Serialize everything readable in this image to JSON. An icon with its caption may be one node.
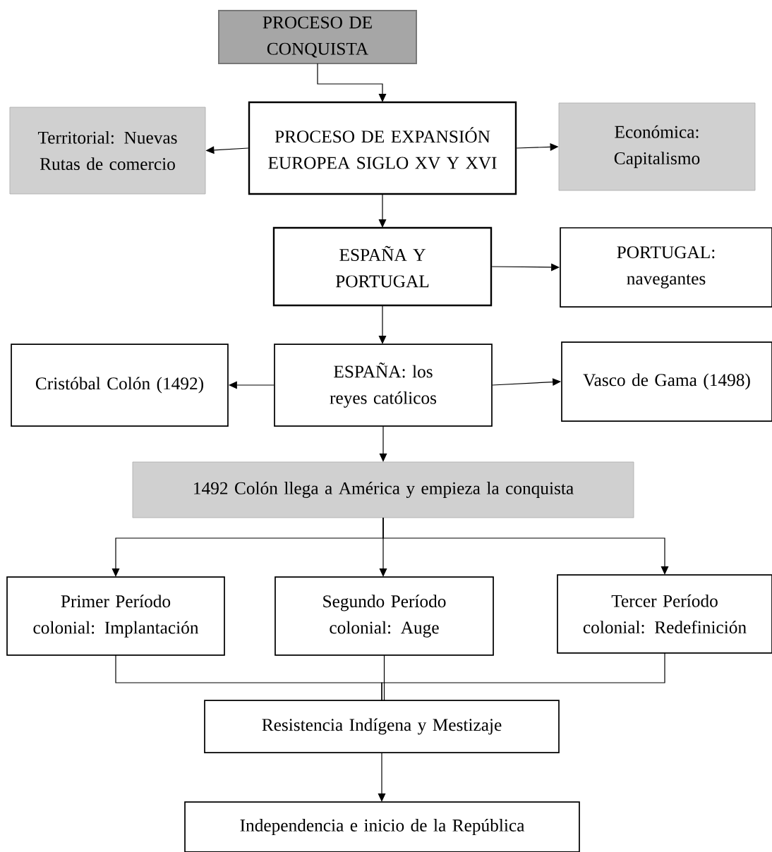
{
  "diagram": {
    "nodes": [
      {
        "text": [
          "PROCESO DE CONQUISTA"
        ]
      },
      {
        "text": [
          "PROCESO DE EXPANSIÓN EUROPEA SIGLO XV Y XVI"
        ]
      },
      {
        "text": [
          "Territorial: Nuevas Rutas de comercio"
        ]
      },
      {
        "text": [
          "Económica: Capitalismo"
        ]
      },
      {
        "text": [
          "ESPAÑA Y PORTUGAL"
        ]
      },
      {
        "text": [
          "PORTUGAL: navegantes"
        ]
      },
      {
        "text": [
          "ESPAÑA: los reyes católicos"
        ]
      },
      {
        "text": [
          "Cristóbal Colón (1492)"
        ]
      },
      {
        "text": [
          "Vasco de Gama (1498)"
        ]
      },
      {
        "text": [
          "1492 Colón llega a América y empieza la conquista"
        ]
      },
      {
        "text": [
          "Primer Período colonial: Implantación"
        ]
      },
      {
        "text": [
          "Segundo Período colonial: Auge"
        ]
      },
      {
        "text": [
          "Tercer Período colonial: Redefinición"
        ]
      },
      {
        "text": [
          "Resistencia Indígena y Mestizaje"
        ]
      },
      {
        "text": [
          "Independencia e inicio de la República"
        ]
      }
    ],
    "edges": [
      {
        "from": 0,
        "to": 1,
        "arrow": "to"
      },
      {
        "from": 1,
        "to": 2,
        "arrow": "to"
      },
      {
        "from": 1,
        "to": 3,
        "arrow": "to"
      },
      {
        "from": 1,
        "to": 4,
        "arrow": "to"
      },
      {
        "from": 4,
        "to": 5,
        "arrow": "to"
      },
      {
        "from": 4,
        "to": 6,
        "arrow": "to"
      },
      {
        "from": 6,
        "to": 7,
        "arrow": "to"
      },
      {
        "from": 6,
        "to": 8,
        "arrow": "to"
      },
      {
        "from": 6,
        "to": 9,
        "arrow": "to"
      },
      {
        "from": 9,
        "to": 10,
        "arrow": "to"
      },
      {
        "from": 9,
        "to": 11,
        "arrow": "to"
      },
      {
        "from": 9,
        "to": 12,
        "arrow": "to"
      },
      {
        "from": 10,
        "to": 13,
        "arrow": "none"
      },
      {
        "from": 11,
        "to": 13,
        "arrow": "none"
      },
      {
        "from": 12,
        "to": 13,
        "arrow": "none"
      },
      {
        "from": 13,
        "to": 14,
        "arrow": "to"
      }
    ]
  }
}
